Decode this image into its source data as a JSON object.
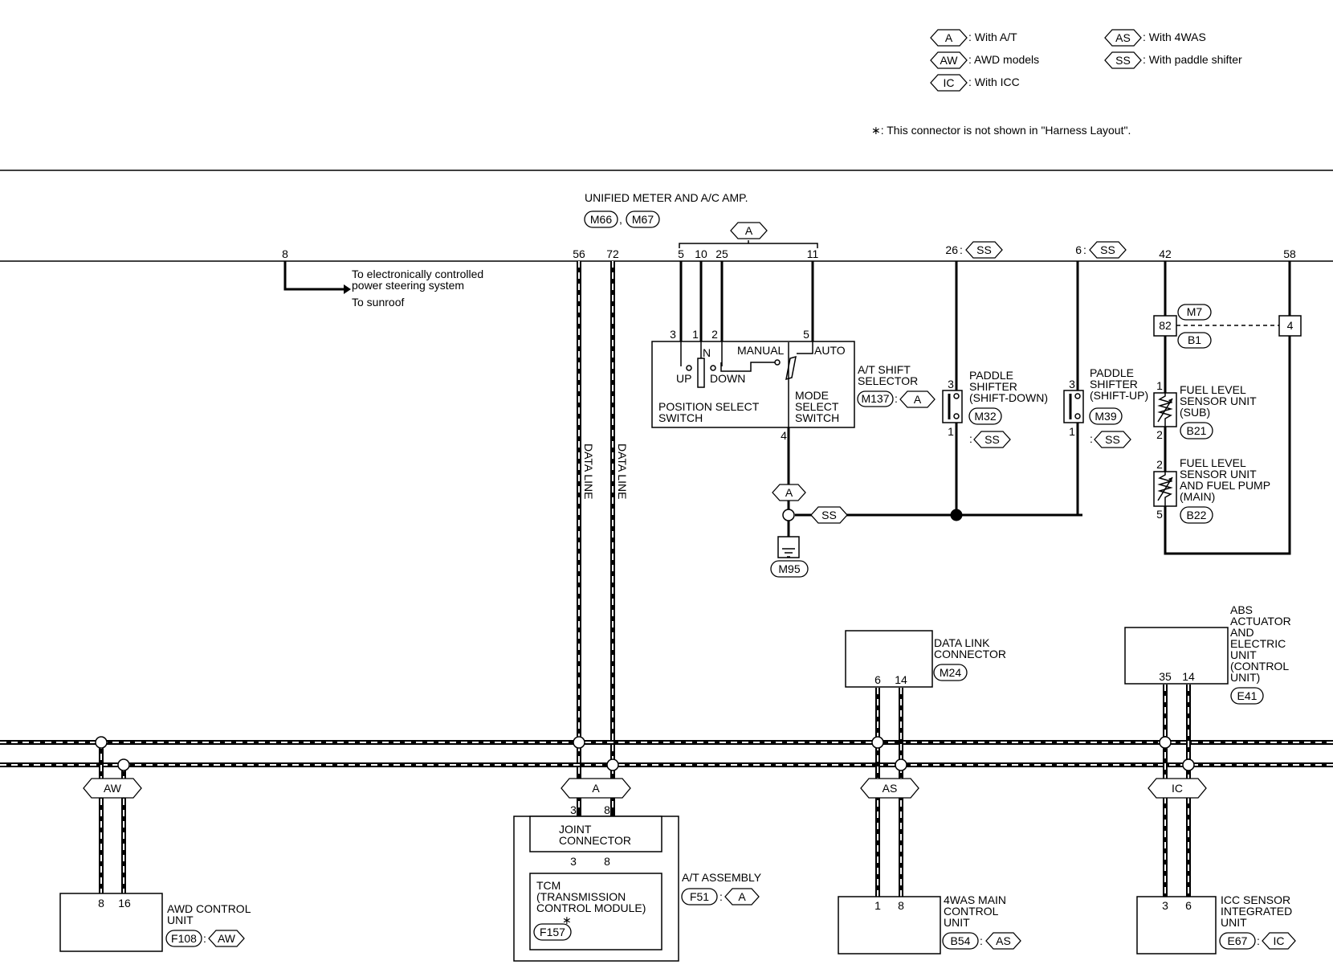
{
  "legend": {
    "items": [
      {
        "code": "A",
        "text": ": With A/T"
      },
      {
        "code": "AW",
        "text": ": AWD models"
      },
      {
        "code": "IC",
        "text": ": With ICC"
      },
      {
        "code": "AS",
        "text": ": With 4WAS"
      },
      {
        "code": "SS",
        "text": ": With paddle shifter"
      }
    ],
    "note": "∗: This connector is not shown in \"Harness Layout\"."
  },
  "meter": {
    "title": "UNIFIED METER AND A/C AMP.",
    "connectors": [
      "M66",
      "M67"
    ],
    "comma": ",",
    "pins": [
      "8",
      "56",
      "72",
      "5",
      "10",
      "25",
      "11",
      "26",
      "6",
      "42",
      "58"
    ],
    "cond_a": "A",
    "cond_ss": "SS",
    "colon": ":"
  },
  "branch": {
    "line1": "To electronically controlled",
    "line2": "power steering system",
    "line3": "To sunroof"
  },
  "data_line": "DATA LINE",
  "shift_selector": {
    "pins": [
      "3",
      "1",
      "2",
      "5",
      "4"
    ],
    "up": "UP",
    "n": "N",
    "down": "DOWN",
    "manual": "MANUAL",
    "auto": "AUTO",
    "pos_switch_1": "POSITION SELECT",
    "pos_switch_2": "SWITCH",
    "mode_1": "MODE",
    "mode_2": "SELECT",
    "mode_3": "SWITCH",
    "title_1": "A/T SHIFT",
    "title_2": "SELECTOR",
    "connector": "M137",
    "cond": "A"
  },
  "paddle_down": {
    "l1": "PADDLE",
    "l2": "SHIFTER",
    "l3": "(SHIFT-DOWN)",
    "connector": "M32",
    "pins": [
      "3",
      "1"
    ]
  },
  "paddle_up": {
    "l1": "PADDLE",
    "l2": "SHIFTER",
    "l3": "(SHIFT-UP)",
    "connector": "M39",
    "pins": [
      "3",
      "1"
    ]
  },
  "ground": {
    "connector": "M95"
  },
  "harness": {
    "left": "M7",
    "right": "B1",
    "pin_left": "82",
    "pin_right": "4"
  },
  "fuel_sub": {
    "l1": "FUEL LEVEL",
    "l2": "SENSOR UNIT",
    "l3": "(SUB)",
    "connector": "B21",
    "pins": [
      "1",
      "2"
    ]
  },
  "fuel_main": {
    "l1": "FUEL LEVEL",
    "l2": "SENSOR UNIT",
    "l3": "AND FUEL PUMP",
    "l4": "(MAIN)",
    "connector": "B22",
    "pins": [
      "2",
      "5"
    ]
  },
  "dlc": {
    "l1": "DATA LINK",
    "l2": "CONNECTOR",
    "connector": "M24",
    "pins": [
      "6",
      "14"
    ]
  },
  "abs": {
    "l1": "ABS",
    "l2": "ACTUATOR",
    "l3": "AND",
    "l4": "ELECTRIC",
    "l5": "UNIT",
    "l6": "(CONTROL",
    "l7": " UNIT)",
    "connector": "E41",
    "pins": [
      "35",
      "14"
    ]
  },
  "awd": {
    "l1": "AWD CONTROL",
    "l2": "UNIT",
    "connector": "F108",
    "cond": "AW",
    "pins": [
      "8",
      "16"
    ]
  },
  "joint": {
    "l1": "JOINT",
    "l2": "CONNECTOR",
    "pins": [
      "3",
      "8"
    ]
  },
  "tcm": {
    "l1": "TCM",
    "l2": "(TRANSMISSION",
    "l3": " CONTROL MODULE)",
    "star": "∗",
    "connector": "F157",
    "pins": [
      "3",
      "8"
    ]
  },
  "at_assembly": {
    "l1": "A/T ASSEMBLY",
    "connector": "F51",
    "cond": "A"
  },
  "wasmain": {
    "l1": "4WAS MAIN",
    "l2": "CONTROL",
    "l3": "UNIT",
    "connector": "B54",
    "cond": "AS",
    "pins": [
      "1",
      "8"
    ]
  },
  "icc": {
    "l1": "ICC SENSOR",
    "l2": "INTEGRATED",
    "l3": "UNIT",
    "connector": "E67",
    "cond": "IC",
    "pins": [
      "3",
      "6"
    ]
  },
  "bus_conds": [
    "AW",
    "A",
    "AS",
    "IC"
  ]
}
